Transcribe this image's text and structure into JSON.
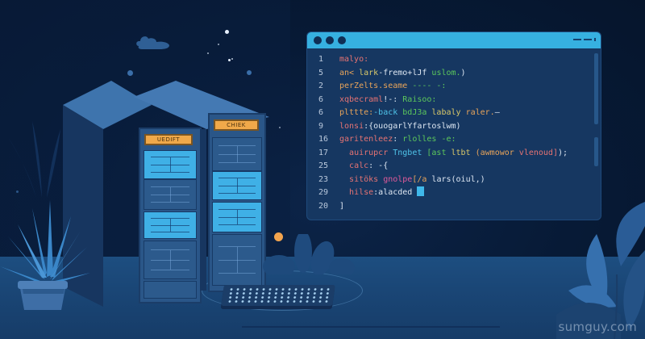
{
  "window": {
    "titlebar": {
      "dots": [
        "close",
        "minimize",
        "maximize"
      ],
      "color": "#36b0e0"
    },
    "code_lines": [
      {
        "num": "1",
        "indent": 0,
        "tokens": [
          {
            "t": "malyo:",
            "c": "red"
          }
        ]
      },
      {
        "num": "5",
        "indent": 0,
        "tokens": [
          {
            "t": "an< ",
            "c": "orange"
          },
          {
            "t": "lark",
            "c": "yellow"
          },
          {
            "t": "-fremo+lJf ",
            "c": "white"
          },
          {
            "t": "uslom.",
            "c": "green"
          },
          {
            "t": ")",
            "c": "white"
          }
        ]
      },
      {
        "num": "2",
        "indent": 0,
        "tokens": [
          {
            "t": "perZelts.seame ",
            "c": "orange"
          },
          {
            "t": "---- -:",
            "c": "green"
          }
        ]
      },
      {
        "num": "6",
        "indent": 0,
        "tokens": [
          {
            "t": "xqbecraml",
            "c": "red"
          },
          {
            "t": "!-: ",
            "c": "white"
          },
          {
            "t": "Raisoo:",
            "c": "green"
          }
        ]
      },
      {
        "num": "6",
        "indent": 0,
        "tokens": [
          {
            "t": "plttte:",
            "c": "orange"
          },
          {
            "t": "-back ",
            "c": "cyan"
          },
          {
            "t": "bdJ3a ",
            "c": "green"
          },
          {
            "t": "labaly ",
            "c": "yellow"
          },
          {
            "t": "raler.",
            "c": "orange"
          },
          {
            "t": "—",
            "c": "white"
          }
        ]
      },
      {
        "num": "9",
        "indent": 0,
        "tokens": [
          {
            "t": "lonsi",
            "c": "red"
          },
          {
            "t": ":{ouogarlYfartoslwm)",
            "c": "white"
          }
        ]
      },
      {
        "num": "16",
        "indent": 0,
        "tokens": [
          {
            "t": "garitenleez",
            "c": "red"
          },
          {
            "t": ": ",
            "c": "white"
          },
          {
            "t": "rlolles -e:",
            "c": "green"
          }
        ]
      },
      {
        "num": "17",
        "indent": 1,
        "tokens": [
          {
            "t": "auirupcr ",
            "c": "red"
          },
          {
            "t": "Tngbet ",
            "c": "cyan"
          },
          {
            "t": "[ast ",
            "c": "green"
          },
          {
            "t": "ltbt ",
            "c": "yellow"
          },
          {
            "t": "(awmowor ",
            "c": "orange"
          },
          {
            "t": "vlenoud]",
            "c": "red"
          },
          {
            "t": ");",
            "c": "white"
          }
        ]
      },
      {
        "num": "25",
        "indent": 1,
        "tokens": [
          {
            "t": "calc",
            "c": "red"
          },
          {
            "t": ": -{",
            "c": "white"
          }
        ]
      },
      {
        "num": "23",
        "indent": 1,
        "tokens": [
          {
            "t": "sitöks ",
            "c": "red"
          },
          {
            "t": "gnolpe",
            "c": "pink"
          },
          {
            "t": "[/a ",
            "c": "orange"
          },
          {
            "t": "lars(oiul,)",
            "c": "white"
          }
        ]
      },
      {
        "num": "29",
        "indent": 1,
        "tokens": [
          {
            "t": "hilse",
            "c": "red"
          },
          {
            "t": ":alacded",
            "c": "white"
          }
        ],
        "cursor": true
      },
      {
        "num": "20",
        "indent": 0,
        "tokens": [
          {
            "t": "]",
            "c": "white"
          }
        ]
      }
    ]
  },
  "scene": {
    "servers": [
      {
        "label": "UEDIFT"
      },
      {
        "label": "CHIEK"
      }
    ],
    "accent_colors": {
      "background": "#071a36",
      "server_blue": "#2a5688",
      "panel_cyan": "#3fb0e6",
      "label_orange": "#f0a94a",
      "window_bg": "#163761"
    }
  },
  "watermark": "sumguy.com"
}
